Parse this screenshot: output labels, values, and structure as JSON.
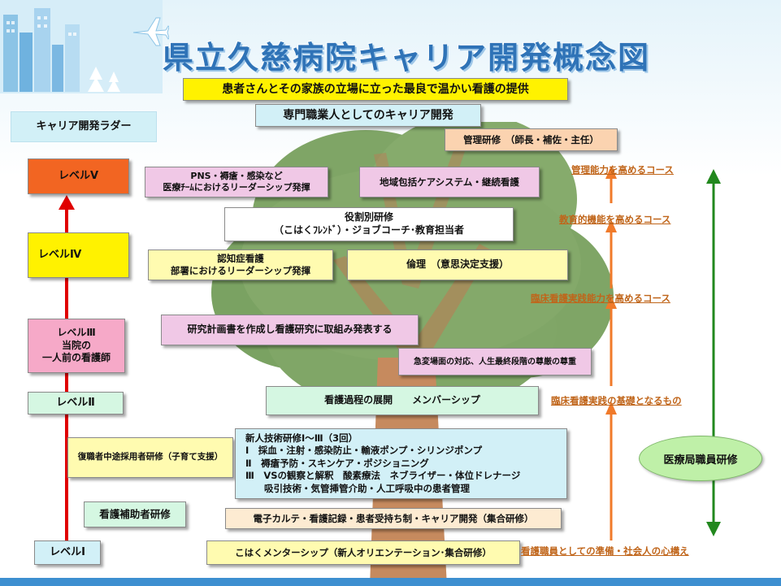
{
  "title": "県立久慈病院キャリア開発概念図",
  "banner_main": "患者さんとその家族の立場に立った最良で温かい看護の提供",
  "banner_sub": "専門職業人としてのキャリア開発",
  "ladder": {
    "header": "キャリア開発ラダー",
    "levels": [
      "レベルⅤ",
      "レベルⅣ",
      "レベルⅢ\n当院の\n一人前の看護師",
      "レベルⅡ",
      "レベルⅠ"
    ]
  },
  "trainings": {
    "management": "管理研修　（師長・補佐・主任）",
    "pns": "PNS・褥瘡・感染など\n医療ﾁｰﾑにおけるリーダーシップ発揮",
    "community": "地域包括ケアシステム・継続看護",
    "role": "役割別研修\n（こはくﾌﾚﾝﾄﾞ）・ジョブコーチ･教育担当者",
    "dementia": "認知症看護\n部署におけるリーダーシップ発揮",
    "ethics": "倫理　（意思決定支援）",
    "research": "研究計画書を作成し看護研究に取組み発表する",
    "acute": "急変場面の対応、人生最終段階の尊厳の尊重",
    "process": "看護過程の展開　　メンバーシップ",
    "reemploy": "復職者中途採用者研修（子育て支援）",
    "newtech": "新人技術研修Ⅰ～Ⅲ（3回）\nⅠ　採血・注射・感染防止・輸液ポンプ・シリンジポンプ\nⅡ　褥瘡予防・スキンケア・ポジショニング\nⅢ　VSの観察と解釈　酸素療法　ネブライザー・体位ドレナージ\n　　吸引技術・気管挿管介助・人工呼吸中の患者管理",
    "assistant": "看護補助者研修",
    "ehr": "電子カルテ・看護記録・患者受持ち制・キャリア開発（集合研修）",
    "mentor": "こはくメンターシップ（新人オリエンテーション･集合研修）"
  },
  "courses": [
    "管理能力を高めるコース",
    "教育的機能を高めるコース",
    "臨床看護実践能力を高めるコース",
    "臨床看護実践の基礎となるもの",
    "看護職員としての準備・社会人の心構え"
  ],
  "staff_training": "医療局職員研修",
  "colors": {
    "title": "#2f73b7",
    "level5": "#f26522",
    "level4": "#fff200",
    "level3": "#f6a9c8",
    "level2": "#d5f7e2",
    "level1": "#d2f0f7",
    "ladder_arrow": "#e00000",
    "course_arrow": "#f07a2a",
    "staff_arrow": "#22881e",
    "course_text": "#c0651a"
  }
}
